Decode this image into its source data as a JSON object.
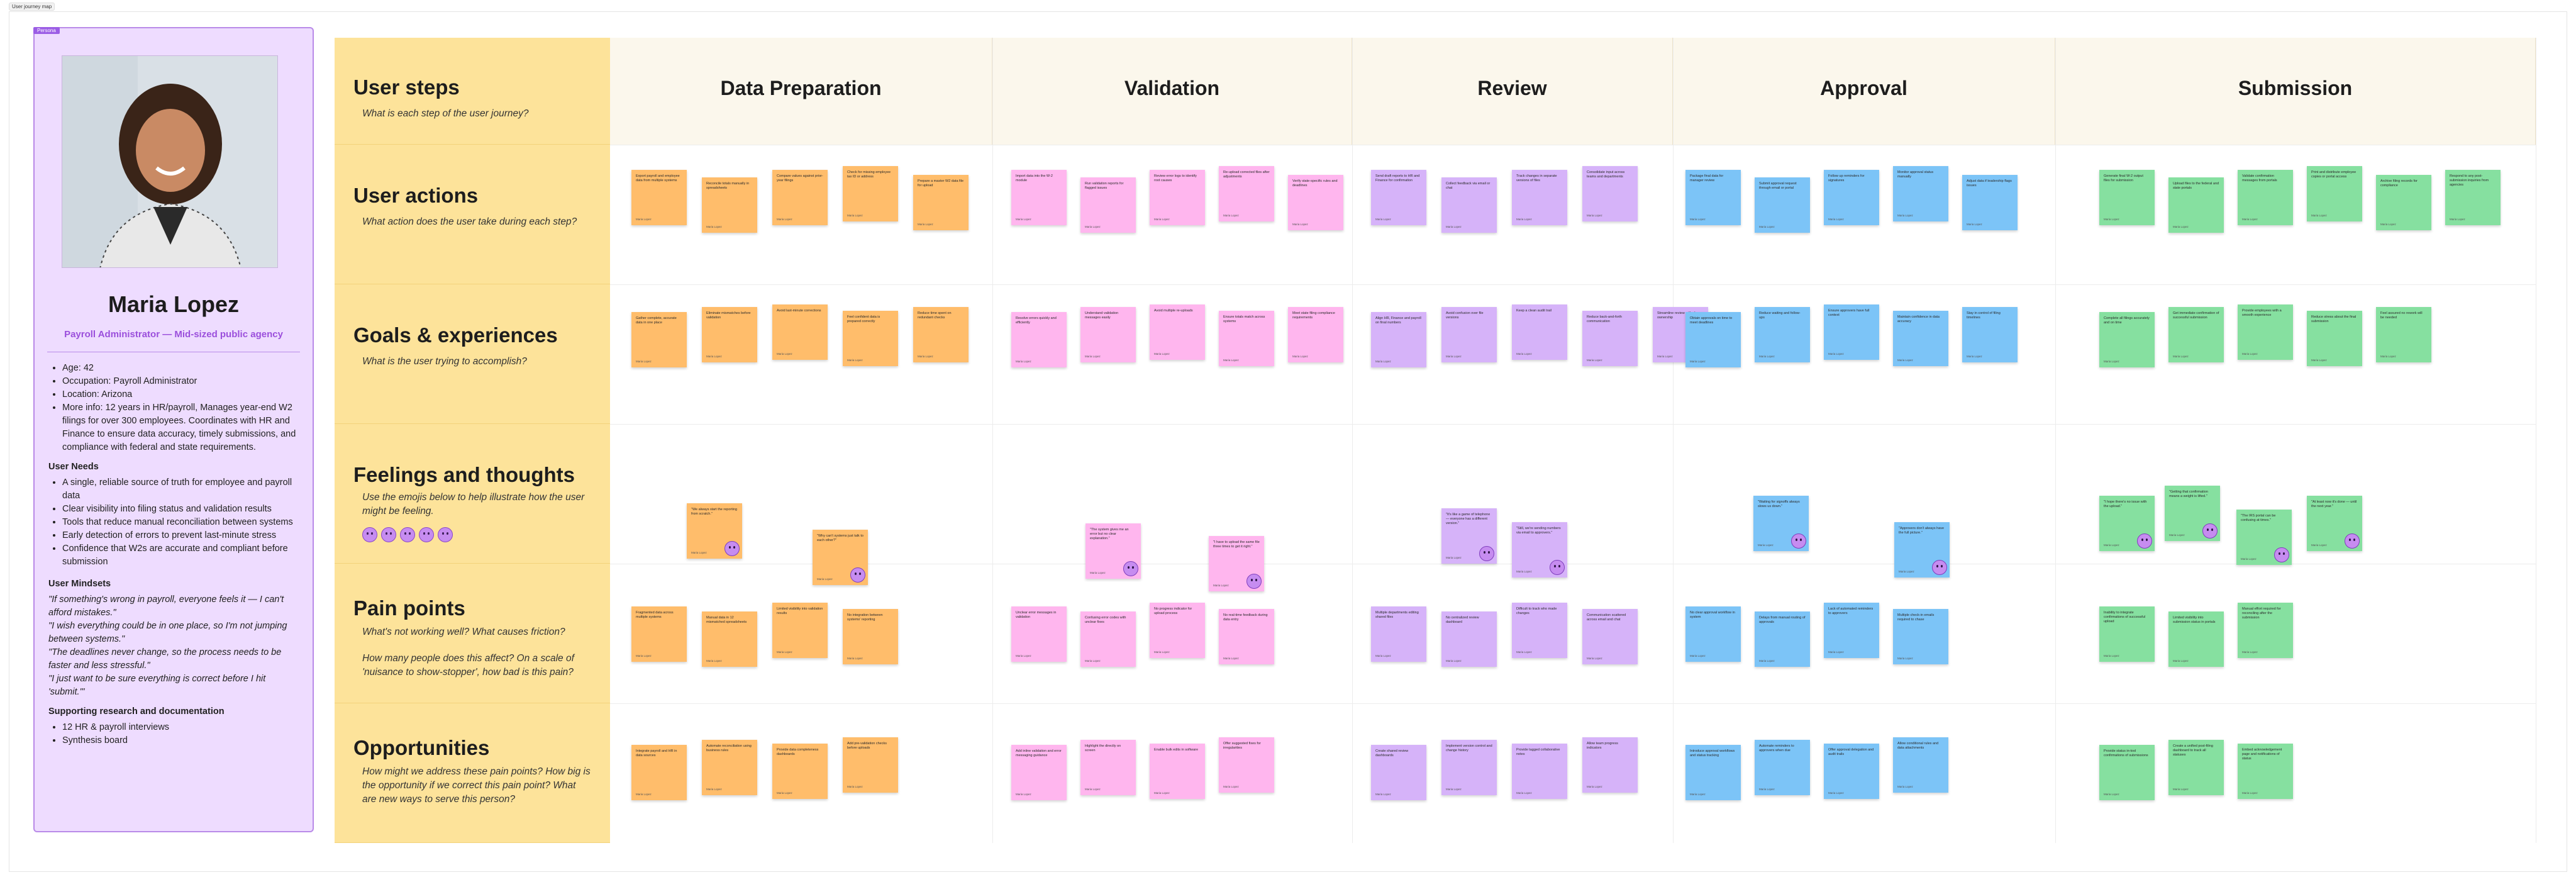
{
  "frame_label": "User journey map",
  "persona": {
    "tag": "Persona",
    "name": "Maria Lopez",
    "role": "Payroll Administrator — Mid-sized public agency",
    "facts": [
      "Age: 42",
      "Occupation: Payroll Administrator",
      "Location: Arizona",
      "More info: 12 years in HR/payroll, Manages year-end W2 filings for over 300 employees. Coordinates with HR and Finance to ensure data accuracy, timely submissions, and compliance with federal and state requirements."
    ],
    "needs_title": "User Needs",
    "needs": [
      "A single, reliable source of truth for employee and payroll data",
      "Clear visibility into filing status and validation results",
      "Tools that reduce manual reconciliation between systems",
      "Early detection of errors to prevent last-minute stress",
      "Confidence that W2s are accurate and compliant before submission"
    ],
    "mindsets_title": "User Mindsets",
    "mindsets": [
      "\"If something's wrong in payroll, everyone feels it — I can't afford mistakes.\"",
      "\"I wish everything could be in one place, so I'm not jumping between systems.\"",
      "\"The deadlines never change, so the process needs to be faster and less stressful.\"",
      "\"I just want to be sure everything is correct before I hit 'submit.'\""
    ],
    "research_title": "Supporting research and documentation",
    "research": [
      "12 HR & payroll interviews",
      "Synthesis board"
    ]
  },
  "stages": [
    "Data Preparation",
    "Validation",
    "Review",
    "Approval",
    "Submission"
  ],
  "rows": [
    {
      "title": "User steps",
      "subtitle": "What is each step of the user journey?"
    },
    {
      "title": "User actions",
      "subtitle": "What action does the user take during each step?"
    },
    {
      "title": "Goals & experiences",
      "subtitle": "What is the user trying to accomplish?"
    },
    {
      "title": "Feelings and thoughts",
      "subtitle": "Use the emojis below to help illustrate how the user might be feeling."
    },
    {
      "title": "Pain points",
      "subtitle": "What's not working well? What causes friction?",
      "subtitle2": "How many people does this affect? On a scale of 'nuisance to show-stopper', how bad is this pain?"
    },
    {
      "title": "Opportunities",
      "subtitle": "How might we address these pain points? How big is the opportunity if we correct this pain point? What are new ways to serve this person?"
    }
  ],
  "emoji_names": [
    "very-happy-icon",
    "happy-icon",
    "neutral-icon",
    "sad-icon",
    "angry-icon"
  ],
  "stickies": {
    "actions": [
      [
        "Export payroll and employee data from multiple systems",
        "Reconcile totals manually in spreadsheets",
        "Compare values against prior-year filings",
        "Check for missing employee tax ID or address",
        "Prepare a master W2 data file for upload"
      ],
      [
        "Import data into the W-2 module",
        "Run validation reports for flagged issues",
        "Review error logs to identify root causes",
        "Re-upload corrected files after adjustments",
        "Verify state-specific rules and deadlines"
      ],
      [
        "Send draft reports to HR and Finance for confirmation",
        "Collect feedback via email or chat",
        "Track changes in separate versions of files",
        "Consolidate input across teams and departments"
      ],
      [
        "Package final data for manager review",
        "Submit approval request through email or portal",
        "Follow up reminders for signatures",
        "Monitor approval status manually",
        "Adjust data if leadership flags issues"
      ],
      [
        "Generate final W-2 output files for submission",
        "Upload files to the federal and state portals",
        "Validate confirmation messages from portals",
        "Print and distribute employee copies or portal access",
        "Archive filing records for compliance",
        "Respond to any post-submission inquiries from agencies"
      ]
    ],
    "goals": [
      [
        "Gather complete, accurate data in one place",
        "Eliminate mismatches before validation",
        "Avoid last-minute corrections",
        "Feel confident data is prepared correctly",
        "Reduce time spent on redundant checks"
      ],
      [
        "Resolve errors quickly and efficiently",
        "Understand validation messages easily",
        "Avoid multiple re-uploads",
        "Ensure totals match across systems",
        "Meet state filing compliance requirements"
      ],
      [
        "Align HR, Finance and payroll on final numbers",
        "Avoid confusion over file versions",
        "Keep a clean audit trail",
        "Reduce back-and-forth communication",
        "Streamline review with clear ownership"
      ],
      [
        "Obtain approvals on time to meet deadlines",
        "Reduce waiting and follow-ups",
        "Ensure approvers have full context",
        "Maintain confidence in data accuracy",
        "Stay in control of filing timelines"
      ],
      [
        "Complete all filings accurately and on time",
        "Get immediate confirmation of successful submission",
        "Provide employees with a smooth experience",
        "Reduce stress about the final submission",
        "Feel assured no rework will be needed"
      ]
    ],
    "feelings": [
      [
        "\"We always start the reporting from scratch.\"",
        "\"Why can't systems just talk to each other?\""
      ],
      [
        "\"The system gives me an error but no clear explanation.\"",
        "\"I have to upload the same file three times to get it right.\""
      ],
      [
        "\"It's like a game of telephone — everyone has a different version.\"",
        "\"Still, we're sending numbers via email to approvers.\""
      ],
      [
        "\"Waiting for signoffs always slows us down.\"",
        "\"Approvers don't always have the full picture.\""
      ],
      [
        "\"I hope there's no issue with the upload.\"",
        "\"Getting that confirmation means a weight is lifted.\"",
        "\"The IRS portal can be confusing at times.\"",
        "\"At least now it's done — until the next year.\""
      ]
    ],
    "pains": [
      [
        "Fragmented data across multiple systems",
        "Manual data in 12 mismatched spreadsheets",
        "Limited visibility into validation results",
        "No integration between systems' reporting"
      ],
      [
        "Unclear error messages in validation",
        "Confusing error codes with unclear fixes",
        "No progress indicator for upload process",
        "No real-time feedback during data entry"
      ],
      [
        "Multiple departments editing shared files",
        "No centralized review dashboard",
        "Difficult to track who made changes",
        "Communication scattered across email and chat"
      ],
      [
        "No clear approval workflow in system",
        "Delays from manual routing of approvals",
        "Lack of automated reminders to approvers",
        "Multiple check-in emails required to chase"
      ],
      [
        "Inability to integrate confirmations of successful upload",
        "Limited visibility into submission status in portals",
        "Manual effort required for reconciling after the submission"
      ]
    ],
    "opps": [
      [
        "Integrate payroll and HR in data sources",
        "Automate reconciliation using business rules",
        "Provide data completeness dashboards",
        "Add pre-validation checks before uploads"
      ],
      [
        "Add inline validation and error messaging guidance",
        "Highlight the directly on screen",
        "Enable bulk edits in software",
        "Offer suggested fixes for irregularities"
      ],
      [
        "Create shared review dashboards",
        "Implement version control and change history",
        "Provide tagged collaborative notes",
        "Allow team progress indicators"
      ],
      [
        "Introduce approval workflows and status tracking",
        "Automate reminders to approvers when due",
        "Offer approval delegation and audit trails",
        "Allow conditional rules and data attachments"
      ],
      [
        "Provide status in-tool confirmations of submissions",
        "Create a unified post-filing dashboard to track all statuses",
        "Embed acknowledgement page and notifications of status"
      ]
    ]
  },
  "author": "Maria Lopez"
}
